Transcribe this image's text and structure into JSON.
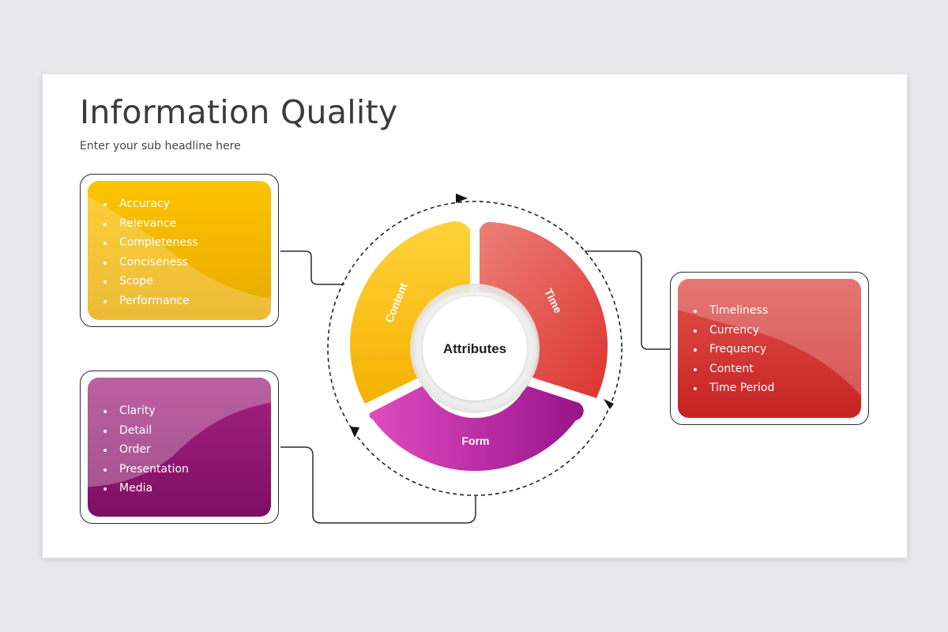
{
  "title": "Information Quality",
  "subtitle": "Enter your sub headline here",
  "center_label": "Attributes",
  "segments": {
    "content": "Content",
    "time": "Time",
    "form": "Form"
  },
  "cards": {
    "content": {
      "items": [
        "Accuracy",
        "Relevance",
        "Completeness",
        "Conciseness",
        "Scope",
        "Performance"
      ]
    },
    "form": {
      "items": [
        "Clarity",
        "Detail",
        "Order",
        "Presentation",
        "Media"
      ]
    },
    "time": {
      "items": [
        "Timeliness",
        "Currency",
        "Frequency",
        "Content",
        "Time Period"
      ]
    }
  },
  "colors": {
    "background": "#e8e7e9",
    "yellow": "#f5b900",
    "red": "#d9393a",
    "magenta": "#9d177e",
    "outline": "#2a2a2a"
  }
}
